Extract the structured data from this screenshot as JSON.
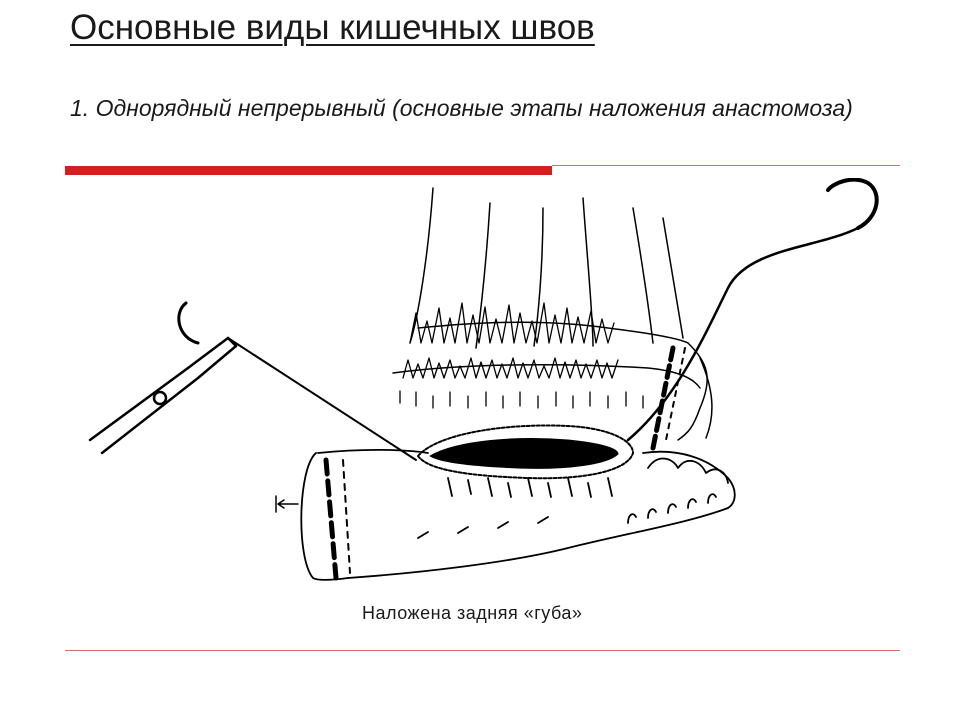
{
  "slide": {
    "title": "Основные виды кишечных швов",
    "subtitle": "1. Однорядный непрерывный (основные этапы наложения анастомоза)",
    "caption": "Наложена задняя «губа»"
  },
  "colors": {
    "accent_red": "#d61e1e",
    "line_red": "#e06a6a",
    "ink": "#1a1a1a"
  }
}
